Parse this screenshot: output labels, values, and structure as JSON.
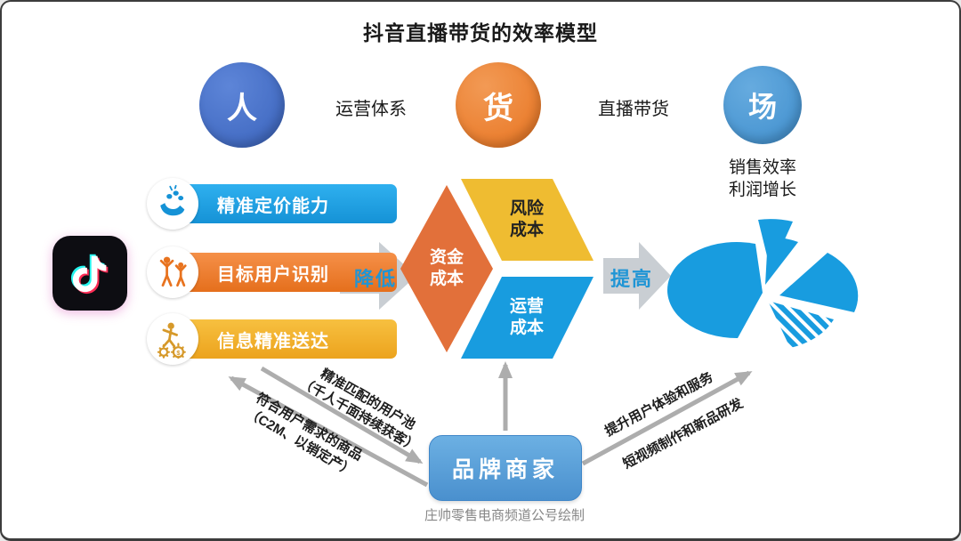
{
  "title": "抖音直播带货的效率模型",
  "caption": "庄帅零售电商频道公号绘制",
  "top_flow": {
    "person": {
      "label": "人",
      "color": "#3a63bc"
    },
    "ops_label": "运营体系",
    "goods": {
      "label": "货",
      "color": "#e8731f"
    },
    "live_label": "直播带货",
    "venue": {
      "label": "场",
      "color": "#3f8ecd"
    },
    "outcome_line1": "销售效率",
    "outcome_line2": "利润增长"
  },
  "platform": {
    "logo_icon": "douyin-logo",
    "capabilities": [
      {
        "label": "精准定价能力",
        "color": "#1592d6",
        "icon": "hand-coins-icon"
      },
      {
        "label": "目标用户识别",
        "color": "#e8731f",
        "icon": "target-users-icon"
      },
      {
        "label": "信息精准送达",
        "color": "#eca31d",
        "icon": "delivery-gears-icon",
        "icon_char": "$"
      }
    ]
  },
  "arrows": {
    "decrease": "降低",
    "increase": "提高"
  },
  "cost_cube": {
    "left": "资金成本",
    "top": "风险成本",
    "bottom": "运营成本"
  },
  "merchant": {
    "label": "品牌商家"
  },
  "exchange": {
    "user_pool_line1": "精准匹配的用户池",
    "user_pool_line2": "（千人千面持续获客）",
    "goods_line1": "符合用户需求的商品",
    "goods_line2": "（C2M、以销定产）",
    "experience": "提升用户体验和服务",
    "short_video": "短视频制作和新品研发"
  },
  "colors": {
    "block_arrow": "#c9ced3",
    "thin_arrow": "#adadad",
    "pie": "#189cdf",
    "merchant_box": "#4a90ce"
  }
}
